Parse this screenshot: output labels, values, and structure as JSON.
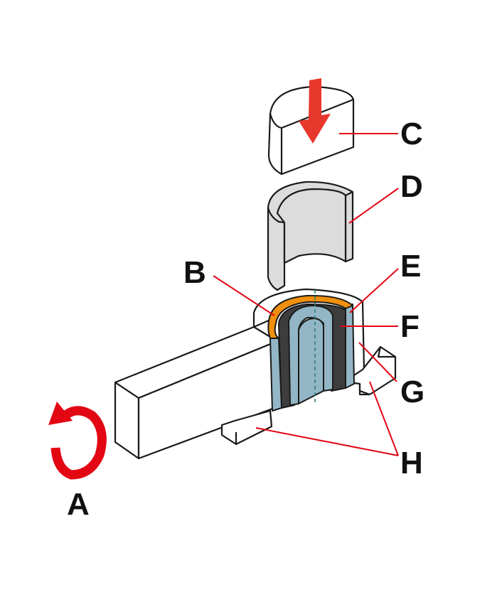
{
  "colors": {
    "outline": "#1a1a1a",
    "white": "#ffffff",
    "light_grey": "#dcdcdc",
    "dark_grey": "#3d3d3d",
    "orange": "#f0900e",
    "blue_grey": "#93b6c6",
    "red": "#e30613",
    "arrow_red": "#e8372c",
    "axis_green": "#2f7f6a"
  },
  "labels": {
    "a": "A",
    "b": "B",
    "c": "C",
    "d": "D",
    "e": "E",
    "f": "F",
    "g": "G",
    "h": "H"
  },
  "icons": {
    "rotation": "rotation-arrow-icon",
    "press": "down-arrow-icon"
  }
}
